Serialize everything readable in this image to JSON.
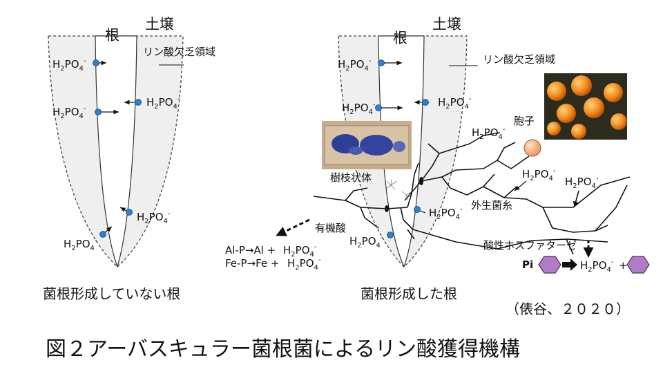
{
  "left_panel": {
    "root_label": "根",
    "soil_label": "土壌",
    "depletion_label": "リン酸欠乏領域",
    "caption": "菌根形成していない根"
  },
  "right_panel": {
    "root_label": "根",
    "soil_label": "土壌",
    "depletion_label": "リン酸欠乏領域",
    "arbuscule_label": "樹枝状体",
    "spore_label": "胞子",
    "hyphae_label": "外生菌糸",
    "organic_acid_label": "有機酸",
    "phosphatase_label": "酸性ホスファターゼ",
    "reaction_1_left": "Al-P→Al +",
    "reaction_2_left": "Fe-P→Fe +",
    "pi_label": "Pi",
    "plus_sign": "+",
    "caption": "菌根形成した根"
  },
  "phosphate": {
    "main": "H",
    "sub_2": "2",
    "po": "PO",
    "sub_4": "4",
    "charge": "-"
  },
  "citation": "（俵谷、２０２０）",
  "figure_title": "図２アーバスキュラー菌根菌によるリン酸獲得機構",
  "colors": {
    "dot": "#2e7fd0",
    "depletion_fill": "#efefef",
    "pi_hexagon": "#b07cc6",
    "spore": "#f2b27a"
  }
}
